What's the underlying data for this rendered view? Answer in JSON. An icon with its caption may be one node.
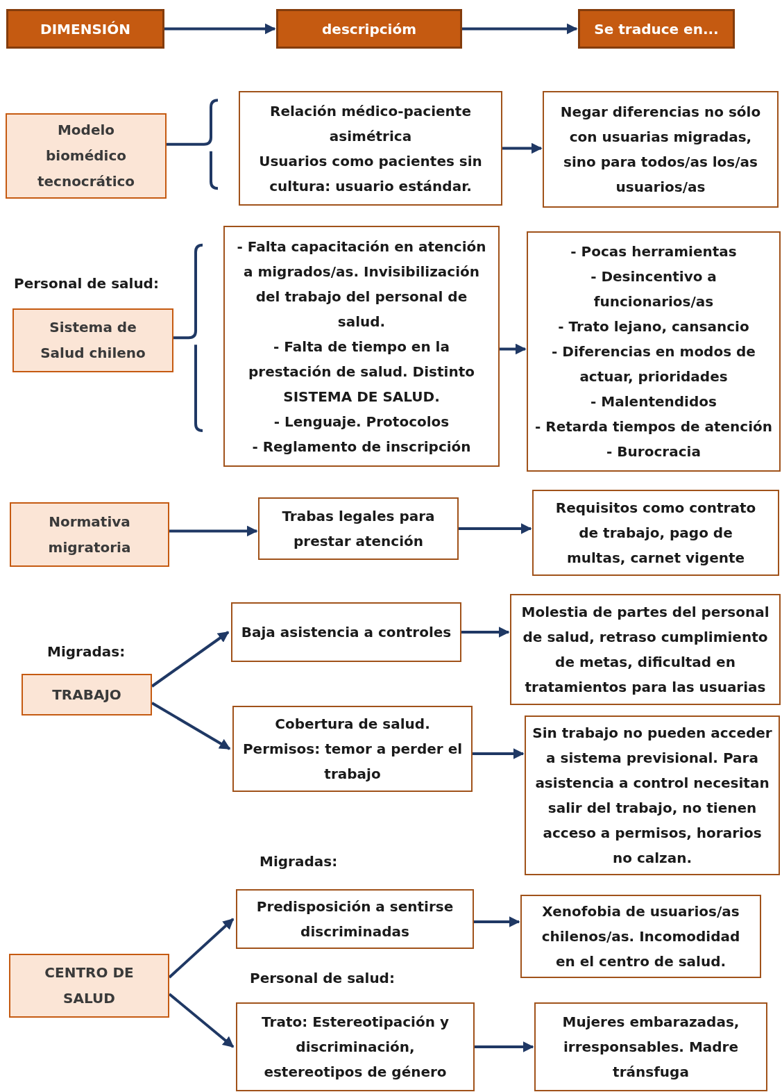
{
  "diagram": {
    "nodes": [
      {
        "text": [
          "DIMENSIÓN"
        ]
      },
      {
        "text": [
          "descripcióm"
        ]
      },
      {
        "text": [
          "Se traduce en..."
        ]
      },
      {
        "text": [
          "Modelo biomédico tecnocrático"
        ]
      },
      {
        "text": [
          "Relación médico-paciente asimétrica",
          "Usuarios como pacientes sin cultura: usuario estándar."
        ]
      },
      {
        "text": [
          "Negar diferencias no sólo con usuarias migradas, sino para todos/as los/as usuarios/as"
        ]
      },
      {
        "text": [
          "Sistema de Salud chileno"
        ],
        "beside": [
          "Personal de salud:"
        ]
      },
      {
        "text": [
          "- Falta capacitación en atención a migrados/as. Invisibilización del trabajo del personal de salud.",
          "- Falta de tiempo en la prestación de salud. Distinto SISTEMA DE SALUD.",
          "- Lenguaje. Protocolos",
          "- Reglamento de inscripción"
        ]
      },
      {
        "text": [
          "- Pocas herramientas",
          "- Desincentivo a funcionarios/as",
          "- Trato lejano, cansancio",
          "- Diferencias en modos de actuar, prioridades",
          "- Malentendidos",
          "- Retarda tiempos de atención",
          "- Burocracia"
        ]
      },
      {
        "text": [
          "Normativa migratoria"
        ]
      },
      {
        "text": [
          "Trabas legales para prestar atención"
        ]
      },
      {
        "text": [
          "Requisitos como contrato de trabajo, pago de multas, carnet vigente"
        ]
      },
      {
        "text": [
          "TRABAJO"
        ],
        "beside": [
          "Migradas:"
        ]
      },
      {
        "text": [
          "Baja asistencia a controles"
        ]
      },
      {
        "text": [
          "Molestia de partes del personal de salud, retraso cumplimiento de metas, dificultad en tratamientos para las usuarias"
        ]
      },
      {
        "text": [
          "Cobertura de salud. Permisos: temor a perder el trabajo"
        ]
      },
      {
        "text": [
          "Sin trabajo no pueden acceder a sistema previsional. Para asistencia a control necesitan salir del trabajo, no tienen acceso a permisos, horarios no calzan."
        ]
      },
      {
        "text": [
          "CENTRO DE SALUD"
        ]
      },
      {
        "text": [
          "Predisposición a sentirse discriminadas"
        ],
        "beside": [
          "Migradas:"
        ]
      },
      {
        "text": [
          "Xenofobia de usuarios/as chilenos/as. Incomodidad en el centro de salud."
        ]
      },
      {
        "text": [
          "Trato: Estereotipación y discriminación, estereotipos de género"
        ],
        "beside": [
          "Personal de salud:"
        ]
      },
      {
        "text": [
          "Mujeres embarazadas, irresponsables. Madre tránsfuga"
        ]
      }
    ],
    "edges": [
      {
        "from": 0,
        "to": 1,
        "arrow": "to"
      },
      {
        "from": 1,
        "to": 2,
        "arrow": "to"
      },
      {
        "from": 3,
        "to": 4,
        "arrow": "none"
      },
      {
        "from": 4,
        "to": 5,
        "arrow": "to"
      },
      {
        "from": 6,
        "to": 7,
        "arrow": "none"
      },
      {
        "from": 7,
        "to": 8,
        "arrow": "to"
      },
      {
        "from": 9,
        "to": 10,
        "arrow": "to"
      },
      {
        "from": 10,
        "to": 11,
        "arrow": "to"
      },
      {
        "from": 12,
        "to": 13,
        "arrow": "to"
      },
      {
        "from": 13,
        "to": 14,
        "arrow": "to"
      },
      {
        "from": 12,
        "to": 15,
        "arrow": "to"
      },
      {
        "from": 15,
        "to": 16,
        "arrow": "to"
      },
      {
        "from": 17,
        "to": 18,
        "arrow": "to"
      },
      {
        "from": 18,
        "to": 19,
        "arrow": "to"
      },
      {
        "from": 17,
        "to": 20,
        "arrow": "to"
      },
      {
        "from": 20,
        "to": 21,
        "arrow": "to"
      }
    ]
  }
}
